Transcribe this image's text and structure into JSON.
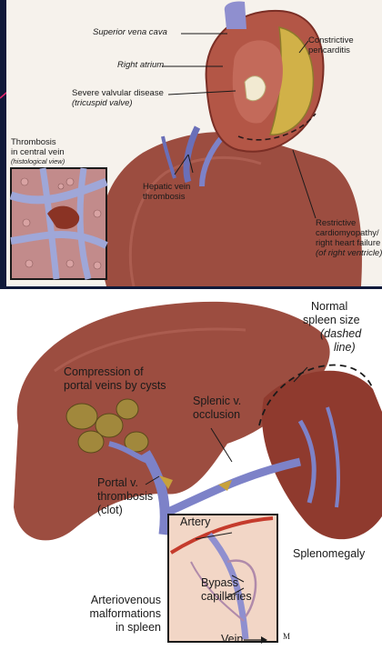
{
  "colors": {
    "background": "#10193a",
    "accent_arrow": "#e8266e",
    "liver": "#9c4d40",
    "heart_inner": "#d1b148",
    "vein": "#7d82c8",
    "clot": "#8a3324"
  },
  "top_panel": {
    "superior_vena_cava": "Superior vena cava",
    "right_atrium": "Right atrium",
    "constrictive_line1": "Constrictive",
    "constrictive_line2": "pericarditis",
    "valvular_line1": "Severe valvular disease",
    "valvular_line2": "(tricuspid valve)",
    "thrombosis_line1": "Thrombosis",
    "thrombosis_line2": "in central vein",
    "thrombosis_line3": "(histological view)",
    "hepatic_line1": "Hepatic vein",
    "hepatic_line2": "thrombosis",
    "restrictive_line1": "Restrictive",
    "restrictive_line2": "cardiomyopathy/",
    "restrictive_line3": "right heart failure",
    "restrictive_line4": "(of right ventricle)"
  },
  "bottom_panel": {
    "normal_line1": "Normal",
    "normal_line2": "spleen size",
    "normal_line3": "(dashed",
    "normal_line4": "line)",
    "compression_line1": "Compression of",
    "compression_line2": "portal veins by cysts",
    "splenic_line1": "Splenic v.",
    "splenic_line2": "occlusion",
    "portal_line1": "Portal v.",
    "portal_line2": "thrombosis",
    "portal_line3": "(clot)",
    "artery": "Artery",
    "splenomegaly": "Splenomegaly",
    "bypass_line1": "Bypass",
    "bypass_line2": "capillaries",
    "vein": "Vein",
    "avm_line1": "Arteriovenous",
    "avm_line2": "malformations",
    "avm_line3": "in spleen"
  }
}
